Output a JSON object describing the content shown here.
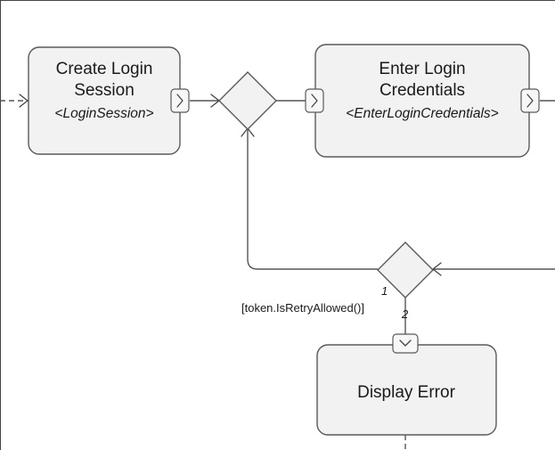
{
  "nodes": {
    "create_login": {
      "title_line1": "Create Login",
      "title_line2": "Session",
      "subtitle": "<LoginSession>"
    },
    "enter_credentials": {
      "title_line1": "Enter Login",
      "title_line2": "Credentials",
      "subtitle": "<EnterLoginCredentials>"
    },
    "display_error": {
      "title": "Display Error"
    }
  },
  "decisions": {
    "retry": {
      "guard": "[token.IsRetryAllowed()]",
      "branch_1": "1",
      "branch_2": "2"
    }
  },
  "icons": {
    "output_port": "chevron-right-icon",
    "input_port": "chevron-down-icon",
    "arrow": "open-arrowhead-icon"
  },
  "colors": {
    "node_fill": "#f2f2f2",
    "stroke": "#5a5a5a",
    "background": "#ffffff"
  }
}
